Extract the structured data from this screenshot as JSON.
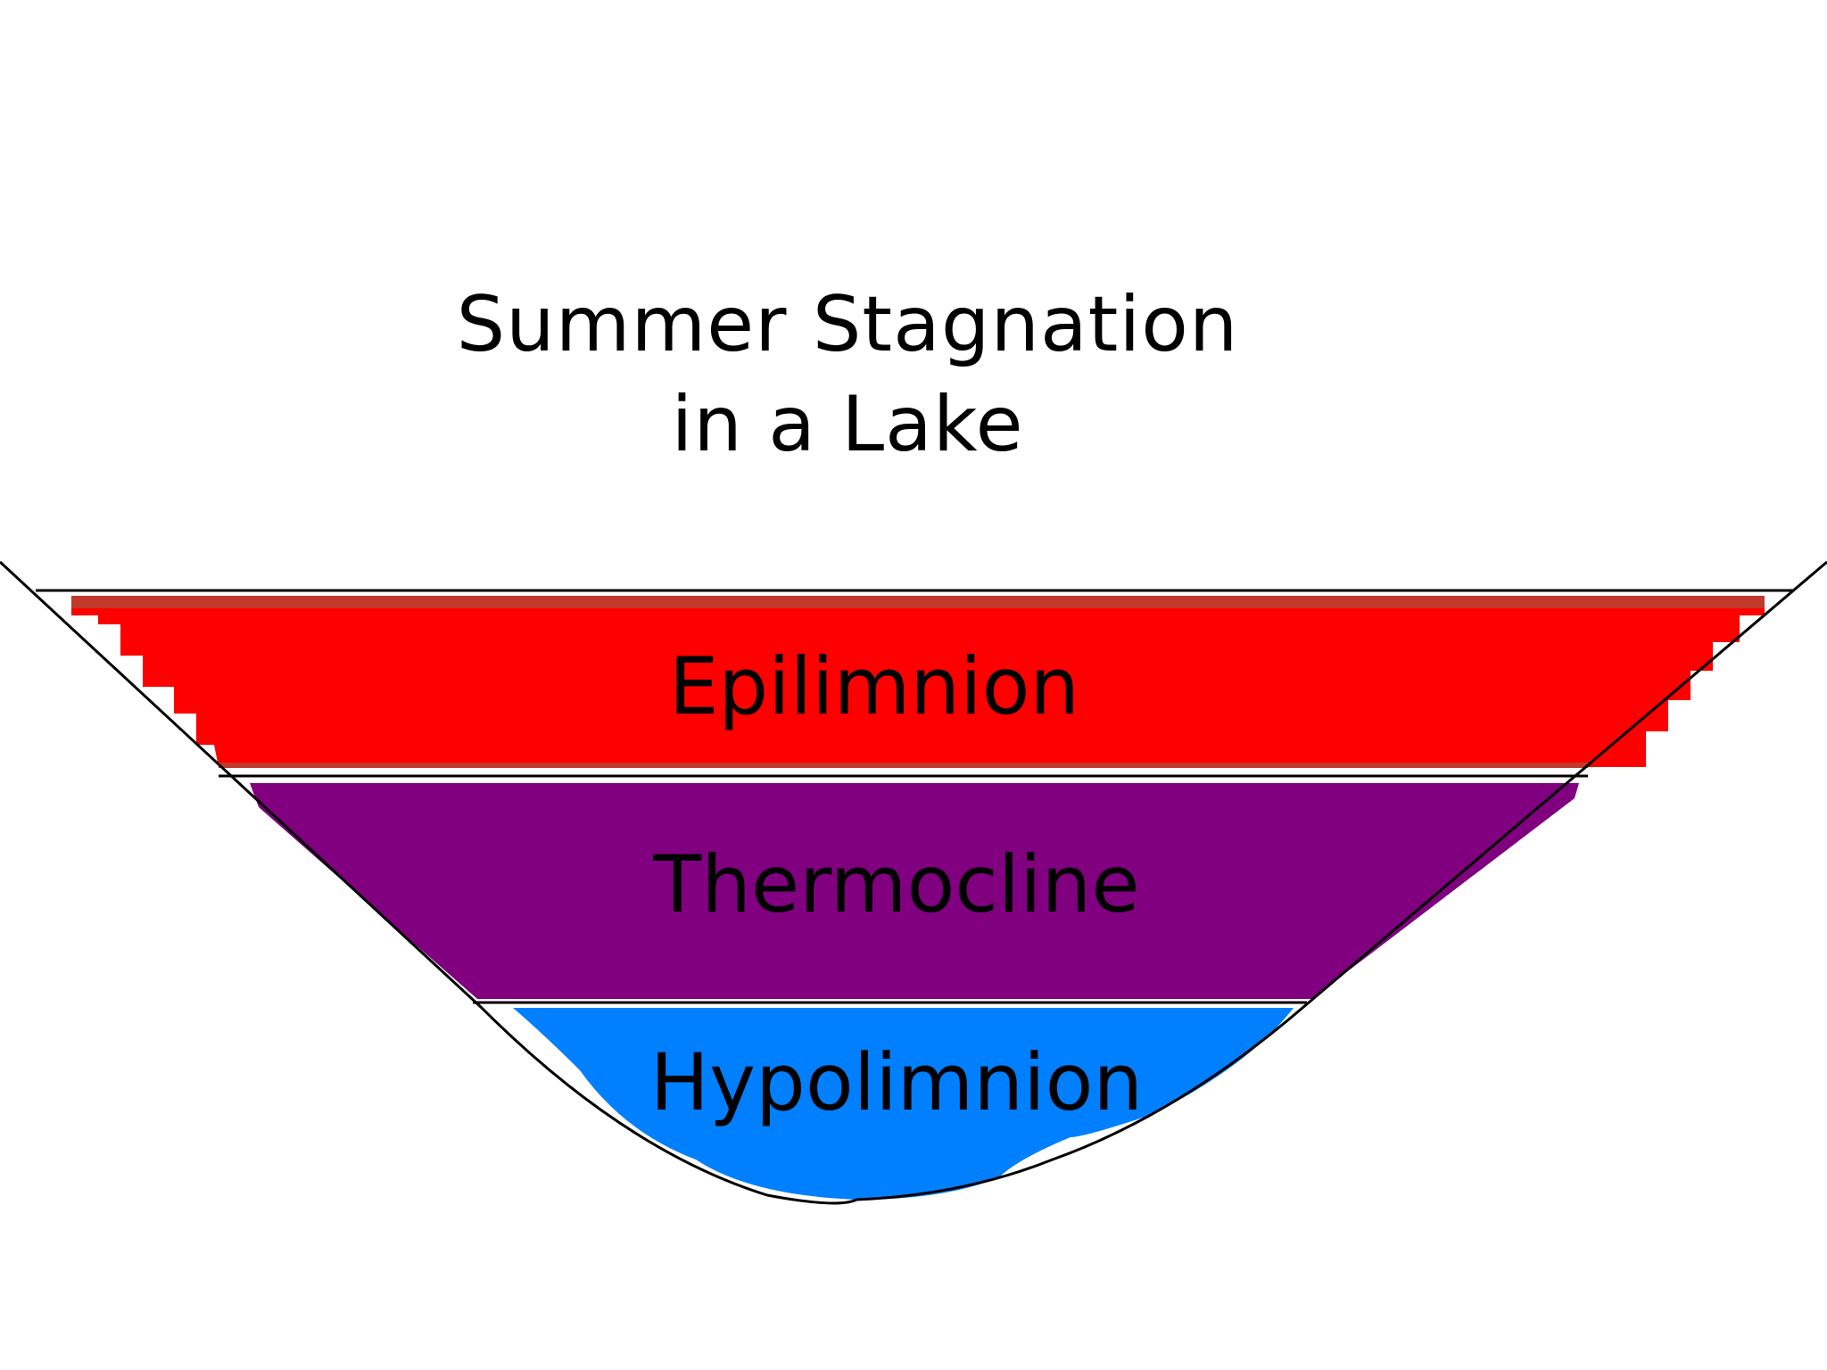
{
  "title": {
    "line1": "Summer Stagnation",
    "line2": "in a Lake"
  },
  "layers": [
    {
      "name": "epilimnion",
      "label": "Epilimnion",
      "color": "#ff0000"
    },
    {
      "name": "thermocline",
      "label": "Thermocline",
      "color": "#800080"
    },
    {
      "name": "hypolimnion",
      "label": "Hypolimnion",
      "color": "#0080ff"
    }
  ],
  "colors": {
    "outline": "#000000",
    "background": "#ffffff",
    "epilimnion_edge": "#b22222"
  }
}
